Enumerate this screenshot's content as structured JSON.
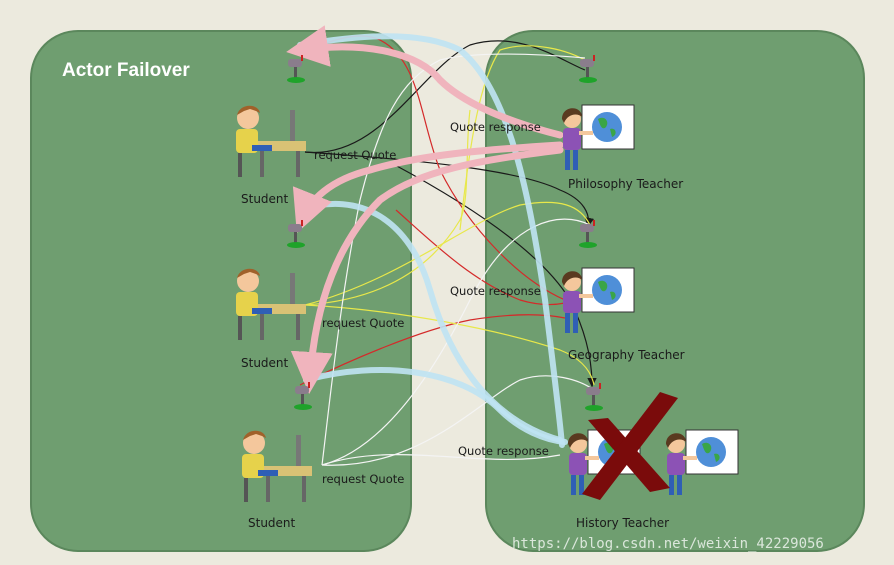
{
  "title": "Actor Failover",
  "students": [
    {
      "label": "Student",
      "message": "request Quote"
    },
    {
      "label": "Student",
      "message": "request Quote"
    },
    {
      "label": "Student",
      "message": "request Quote"
    }
  ],
  "teachers": [
    {
      "label": "Philosophy Teacher",
      "response": "Quote response"
    },
    {
      "label": "Geography Teacher",
      "response": "Quote response"
    },
    {
      "label": "History Teacher",
      "response": "Quote response"
    }
  ],
  "watermark": "https://blog.csdn.net/weixin_42229056",
  "colors": {
    "background": "#eceade",
    "panel": "#6f9e70",
    "failed_mark": "#7a0b0b",
    "red_line": "#d42a2a",
    "yellow_line": "#e8e84a",
    "black_line": "#1a1a1a",
    "white_line": "#f4f4f4",
    "pink_arrow": "#f0b4bd",
    "blue_arrow": "#bfe3f3"
  }
}
